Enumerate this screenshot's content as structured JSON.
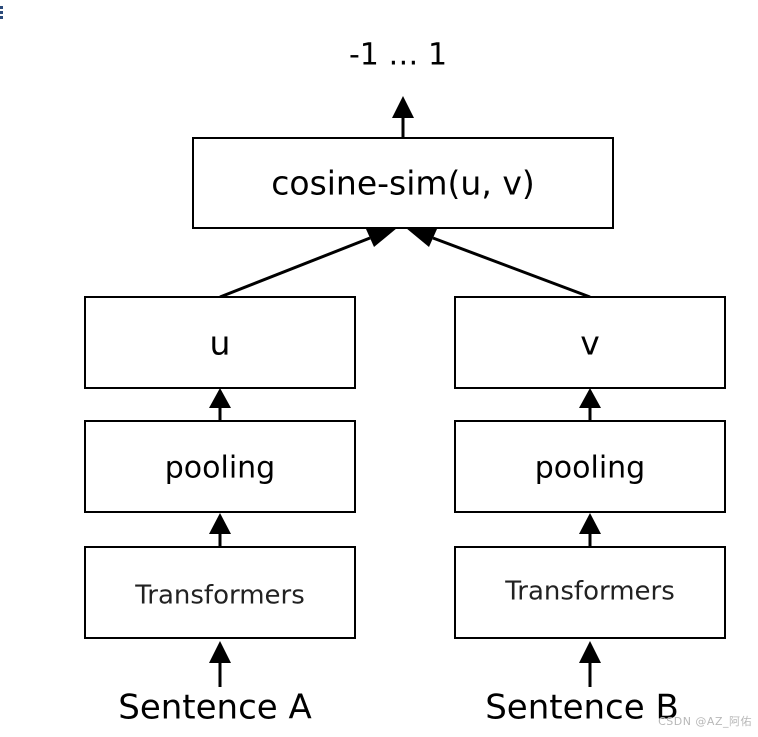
{
  "output_range": "-1 … 1",
  "nodes": {
    "similarity": "cosine-sim(u, v)",
    "left": {
      "embedding": "u",
      "pooling": "pooling",
      "encoder": "Transformers",
      "input": "Sentence A"
    },
    "right": {
      "embedding": "v",
      "pooling": "pooling",
      "encoder": "Transformers",
      "input": "Sentence B"
    }
  },
  "watermark": "CSDN @AZ_阿佑"
}
